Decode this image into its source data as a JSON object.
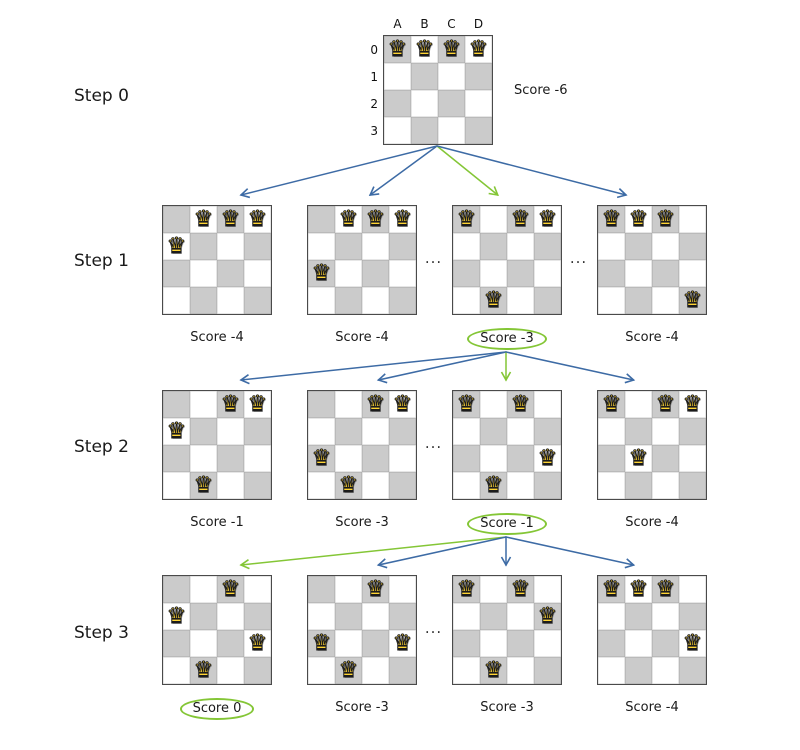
{
  "colors": {
    "background": "#ffffff",
    "cell_dark": "#cbcbcb",
    "cell_light": "#ffffff",
    "board_border": "#4a4a4a",
    "arrow_blue": "#3d6ba5",
    "arrow_green": "#84c636",
    "selected_ring": "#84c636",
    "queen_gold": "#ffd535",
    "text": "#1a1a1a"
  },
  "icons": {
    "queen": "♛"
  },
  "ellipsis_label": "...",
  "board_labels": {
    "columns": [
      "A",
      "B",
      "C",
      "D"
    ],
    "rows": [
      "0",
      "1",
      "2",
      "3"
    ]
  },
  "steps": [
    {
      "label": "Step 0",
      "boards": [
        {
          "id": "step0-board",
          "queens": [
            "A0",
            "B0",
            "C0",
            "D0"
          ],
          "score": "Score -6",
          "selected": false
        }
      ]
    },
    {
      "label": "Step 1",
      "boards": [
        {
          "id": "step1-board1",
          "queens": [
            "B0",
            "C0",
            "D0",
            "A1"
          ],
          "score": "Score -4",
          "selected": false
        },
        {
          "id": "step1-board2",
          "queens": [
            "B0",
            "C0",
            "D0",
            "A2"
          ],
          "score": "Score -4",
          "selected": false
        },
        {
          "id": "step1-board3",
          "queens": [
            "A0",
            "C0",
            "D0",
            "B3"
          ],
          "score": "Score -3",
          "selected": true
        },
        {
          "id": "step1-board4",
          "queens": [
            "A0",
            "B0",
            "C0",
            "D3"
          ],
          "score": "Score -4",
          "selected": false
        }
      ]
    },
    {
      "label": "Step 2",
      "boards": [
        {
          "id": "step2-board1",
          "queens": [
            "C0",
            "D0",
            "A1",
            "B3"
          ],
          "score": "Score -1",
          "selected": false
        },
        {
          "id": "step2-board2",
          "queens": [
            "C0",
            "D0",
            "A2",
            "B3"
          ],
          "score": "Score -3",
          "selected": false
        },
        {
          "id": "step2-board3",
          "queens": [
            "A0",
            "C0",
            "D2",
            "B3"
          ],
          "score": "Score -1",
          "selected": true
        },
        {
          "id": "step2-board4",
          "queens": [
            "A0",
            "C0",
            "D0",
            "B2"
          ],
          "score": "Score -4",
          "selected": false
        }
      ]
    },
    {
      "label": "Step 3",
      "boards": [
        {
          "id": "step3-board1",
          "queens": [
            "C0",
            "A1",
            "D2",
            "B3"
          ],
          "score": "Score 0",
          "selected": true
        },
        {
          "id": "step3-board2",
          "queens": [
            "C0",
            "A2",
            "D2",
            "B3"
          ],
          "score": "Score -3",
          "selected": false
        },
        {
          "id": "step3-board3",
          "queens": [
            "A0",
            "C0",
            "D1",
            "B3"
          ],
          "score": "Score -3",
          "selected": false
        },
        {
          "id": "step3-board4",
          "queens": [
            "A0",
            "B0",
            "C0",
            "D2"
          ],
          "score": "Score -4",
          "selected": false
        }
      ]
    }
  ],
  "ellipses": [
    {
      "step": 1,
      "gap": "2-3"
    },
    {
      "step": 1,
      "gap": "3-4"
    },
    {
      "step": 2,
      "gap": "2-3"
    },
    {
      "step": 3,
      "gap": "2-3"
    }
  ],
  "arrows": [
    {
      "from": "step0",
      "to": "step1-board1",
      "kind": "blue"
    },
    {
      "from": "step0",
      "to": "step1-board2",
      "kind": "blue"
    },
    {
      "from": "step0",
      "to": "step1-board3",
      "kind": "green"
    },
    {
      "from": "step0",
      "to": "step1-board4",
      "kind": "blue"
    },
    {
      "from": "step1-board3",
      "to": "step2-board1",
      "kind": "blue"
    },
    {
      "from": "step1-board3",
      "to": "step2-board2",
      "kind": "blue"
    },
    {
      "from": "step1-board3",
      "to": "step2-board3",
      "kind": "green"
    },
    {
      "from": "step1-board3",
      "to": "step2-board4",
      "kind": "blue"
    },
    {
      "from": "step2-board3",
      "to": "step3-board1",
      "kind": "green"
    },
    {
      "from": "step2-board3",
      "to": "step3-board2",
      "kind": "blue"
    },
    {
      "from": "step2-board3",
      "to": "step3-board3",
      "kind": "blue"
    },
    {
      "from": "step2-board3",
      "to": "step3-board4",
      "kind": "blue"
    }
  ]
}
